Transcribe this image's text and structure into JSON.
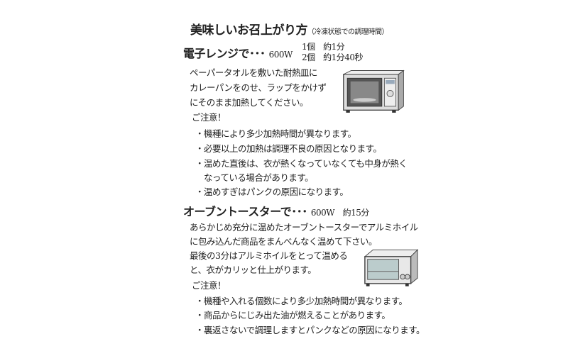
{
  "title": "美味しいお召上がり方",
  "subtitle": "（冷凍状態での調理時間）",
  "microwave": {
    "heading": "電子レンジで･･･",
    "watt": "600W",
    "time1": "1個　約1分",
    "time2": "2個　約1分40秒",
    "instructions": [
      "ペーパータオルを敷いた耐熱皿に",
      "カレーパンをのせ、ラップをかけず",
      "にそのまま加熱してください。"
    ],
    "caution_label": "ご注意！",
    "cautions": [
      "・機種により多少加熱時間が異なります。",
      "・必要以上の加熱は調理不良の原因となります。",
      "・温めた直後は、衣が熱くなっていなくても中身が熱く",
      "　なっている場合があります。",
      "・温めすぎはパンクの原因になります。"
    ]
  },
  "toaster": {
    "heading": "オーブントースターで･･･",
    "watt_time": "600W　約15分",
    "instructions": [
      "あらかじめ充分に温めたオーブントースターでアルミホイル",
      "に包み込んだ商品をまんべんなく温めて下さい。",
      "最後の3分はアルミホイルをとって温める",
      "と、衣がカリッと仕上がります。"
    ],
    "caution_label": "ご注意！",
    "cautions": [
      "・機種や入れる個数により多少加熱時間が異なります。",
      "・商品からにじみ出た油が燃えることがあります。",
      "・裏返さないで調理しますとパンクなどの原因になります。"
    ]
  }
}
